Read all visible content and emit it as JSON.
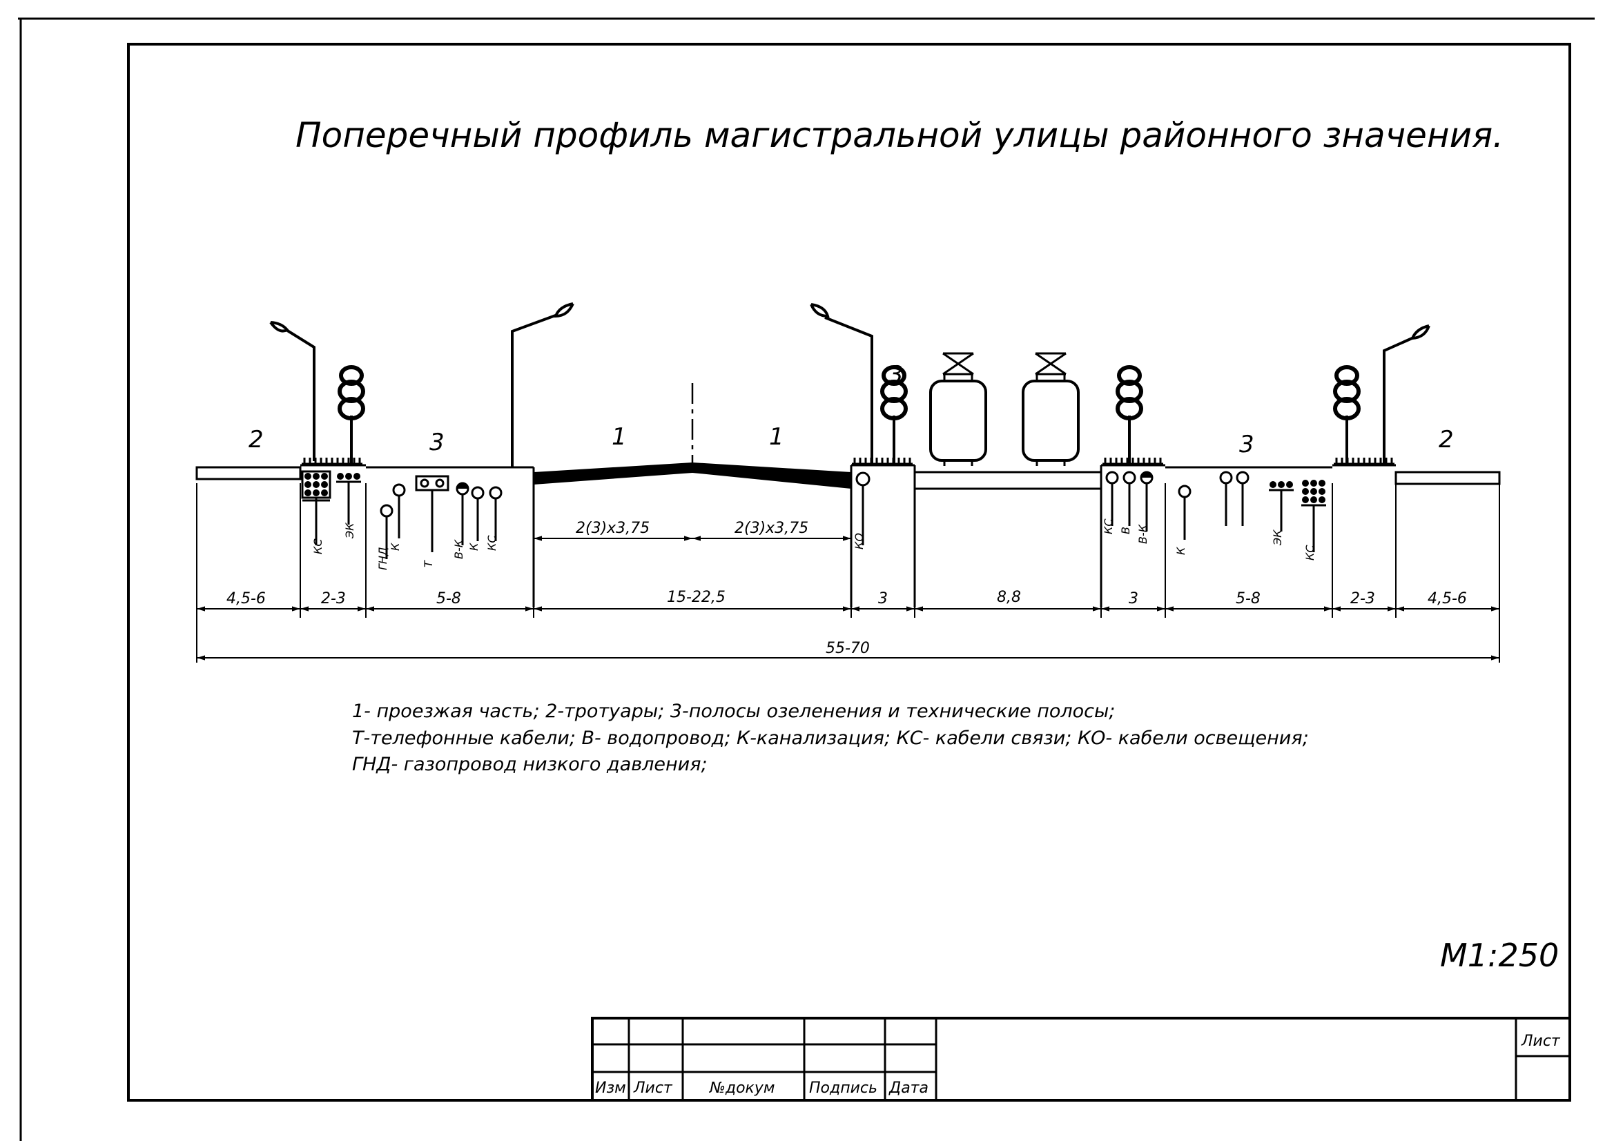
{
  "title": "Поперечный профиль магистральной улицы районного значения.",
  "scale": "М1:250",
  "zones": {
    "sidewalk_left": "2",
    "green_left": "3",
    "road_left": "1",
    "road_right": "1",
    "green_tram": "3",
    "green_right": "3",
    "sidewalk_right": "2"
  },
  "lane_dims": {
    "left": "2(3)x3,75",
    "right": "2(3)x3,75"
  },
  "utilities": {
    "ks_left": "КС",
    "zhk_left": "ЭК",
    "gnd": "ГНД",
    "k_left": "К",
    "t": "Т",
    "vk_left": "В-К",
    "k_left2": "К",
    "ks_left2": "КС",
    "ko": "КО",
    "ks_right": "КС",
    "v_right": "В",
    "vk_right": "В-К",
    "k_right": "К",
    "zhk_right": "ЭК",
    "ks_right2": "КС"
  },
  "dims": [
    "4,5-6",
    "2-3",
    "5-8",
    "15-22,5",
    "3",
    "8,8",
    "3",
    "5-8",
    "2-3",
    "4,5-6"
  ],
  "total_dim": "55-70",
  "legend": [
    "1- проезжая часть; 2-тротуары; 3-полосы озеленения и технические полосы;",
    "Т-телефонные кабели; В- водопровод; К-канализация; КС- кабели связи; КО- кабели освещения;",
    "ГНД- газопровод низкого давления;"
  ],
  "stamp": {
    "izm": "Изм",
    "list": "Лист",
    "dokum": "№докум",
    "podpis": "Подпись",
    "data": "Дата",
    "sheet_label": "Лист"
  }
}
